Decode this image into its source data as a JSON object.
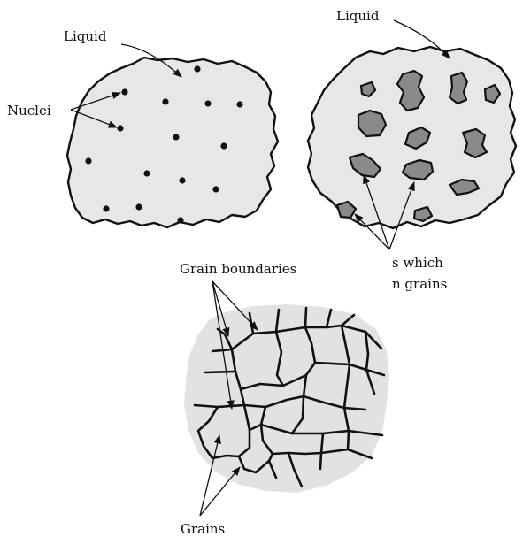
{
  "panel_a": {
    "liquid_label": "Liquid",
    "nuclei_label": "Nuclei"
  },
  "panel_b": {
    "liquid_label": "Liquid",
    "crystals_label_line1": "s which",
    "crystals_label_line2": "n grains"
  },
  "panel_c": {
    "grain_boundaries_label": "Grain boundaries",
    "grains_label": "Grains"
  },
  "colors": {
    "liquid_fill": "#e7e7e7",
    "crystal_fill": "#8a8a8a",
    "outline": "#111111"
  }
}
